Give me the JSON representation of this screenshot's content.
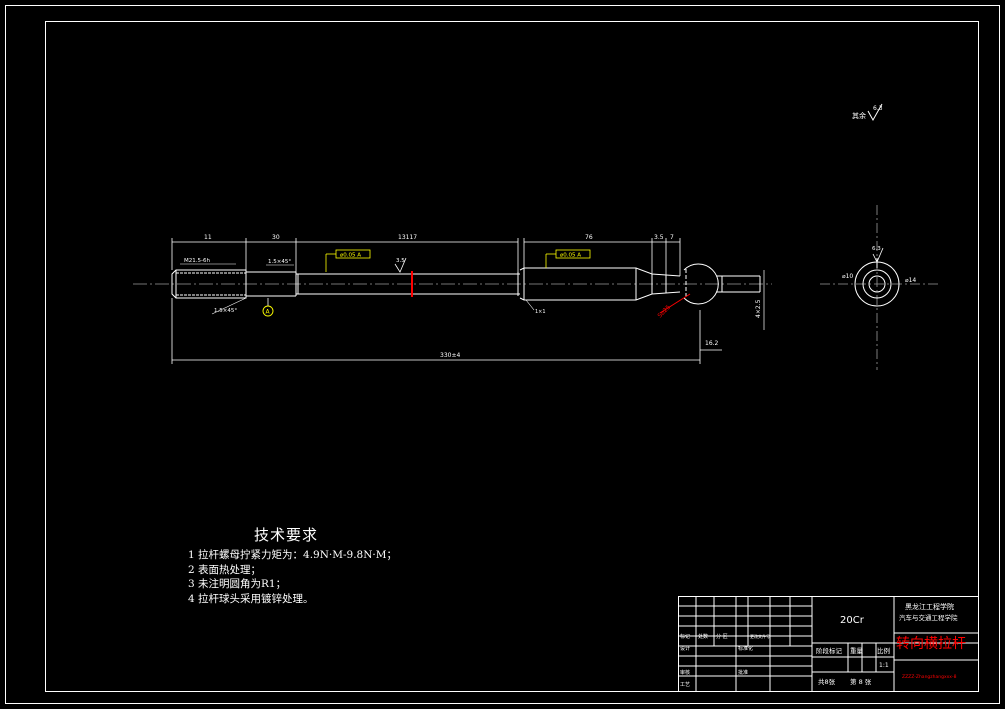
{
  "colors": {
    "background": "#000000",
    "line": "#ffffff",
    "highlight": "#ffff00",
    "accent": "#ff0000",
    "center": "#9a9a9a"
  },
  "surface_finish": {
    "label": "其余",
    "value": "6.3"
  },
  "dimensions": {
    "d11": "11",
    "d30": "30",
    "d13117": "13117",
    "d76": "76",
    "d35": "3.5",
    "d7": "7",
    "total": "330±4",
    "thread": "M21.5-6h",
    "chamfer1": "1.5×45°",
    "chamfer2": "1.5×45°",
    "bottom_right": "16.2",
    "right_vert": "4×2.5",
    "ra": "3.5",
    "ball": "S⌀25",
    "side_a": "⌀10",
    "side_b": "⌀14",
    "side_ra": "6.3",
    "lower_small": "1×1"
  },
  "gdt": {
    "frame1": "⌀0.05 A",
    "frame2": "⌀0.05 A",
    "datum": "A"
  },
  "notes": {
    "title": "技术要求",
    "items": [
      "1  拉杆螺母拧紧力矩为：4.9N·M-9.8N·M；",
      "2  表面热处理；",
      "3  未注明圆角为R1；",
      "4  拉杆球头采用镀锌处理。"
    ]
  },
  "title_block": {
    "material": "20Cr",
    "org_line1": "黑龙江工程学院",
    "org_line2": "汽车与交通工程学院",
    "drawing_name": "转向横拉杆",
    "stage_label": "阶段标记",
    "weight_label": "重量",
    "scale_label": "比例",
    "scale_value": "1:1",
    "sheets": "共8张",
    "sheet_no": "第 8 张",
    "designer": "设计",
    "review": "审核",
    "process": "工艺",
    "row_labels": [
      "标记",
      "处数",
      "分 区",
      "更改文件号"
    ],
    "sign_label": "标准化",
    "approve_label": "批准",
    "code": "ZZZZ-Zhangzhangxxx-8"
  }
}
